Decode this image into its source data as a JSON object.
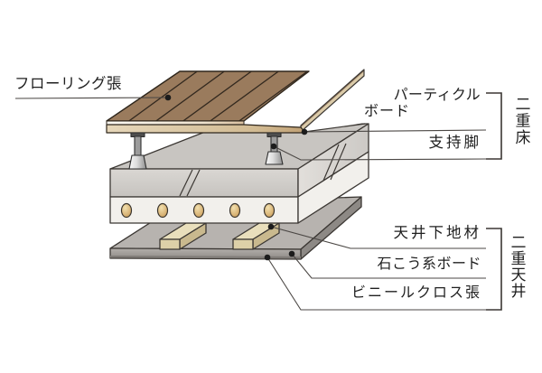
{
  "diagram_title_note": "floor-ceiling construction cutaway",
  "labels": {
    "flooring": "フローリング張",
    "particle_board_line1": "パーティクル",
    "particle_board_line2": "ボード",
    "support_leg": "支持脚",
    "ceiling_base": "天井下地材",
    "gypsum_board": "石こう系ボード",
    "vinyl_cloth": "ビニールクロス張",
    "double_floor": "二重床",
    "double_ceiling": "二重天井"
  },
  "colors": {
    "wood_top": "#9a7b5d",
    "wood_edge_dark": "#8f7458",
    "board_tan": "#d7c3a1",
    "lifted_panel": "#dbcba9",
    "concrete_top": "#c8c5c1",
    "concrete_front": "#d0cdc9",
    "void_white": "#f2f0ec",
    "void_hole": "#d3ab6d",
    "ceiling_top": "#b7b3af",
    "ceiling_front": "#a29e9a",
    "ceiling_side": "#8d8985",
    "ceiling_bottom_strip": "#807c78",
    "batten_front": "#ddd0a8",
    "batten_top": "#e9dfbc",
    "batten_side": "#c9b98e",
    "outline": "#3b3733",
    "leader_line": "#4b4744",
    "text": "#1f1f1f"
  }
}
